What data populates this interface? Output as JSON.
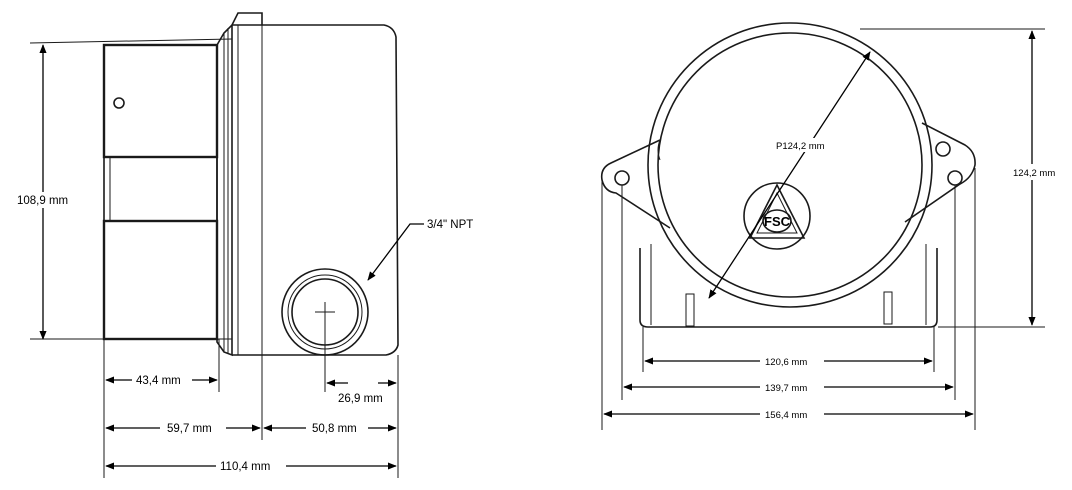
{
  "side_view": {
    "height_label": "108,9 mm",
    "thread_label": "3/4\" NPT",
    "dim_43": "43,4 mm",
    "dim_26": "26,9 mm",
    "dim_59": "59,7 mm",
    "dim_50": "50,8 mm",
    "dim_110": "110,4 mm"
  },
  "front_view": {
    "radius_label": "P124,2 mm",
    "height_label": "124,2 mm",
    "logo_text": "FSC",
    "dim_120": "120,6 mm",
    "dim_139": "139,7 mm",
    "dim_156": "156,4 mm"
  }
}
